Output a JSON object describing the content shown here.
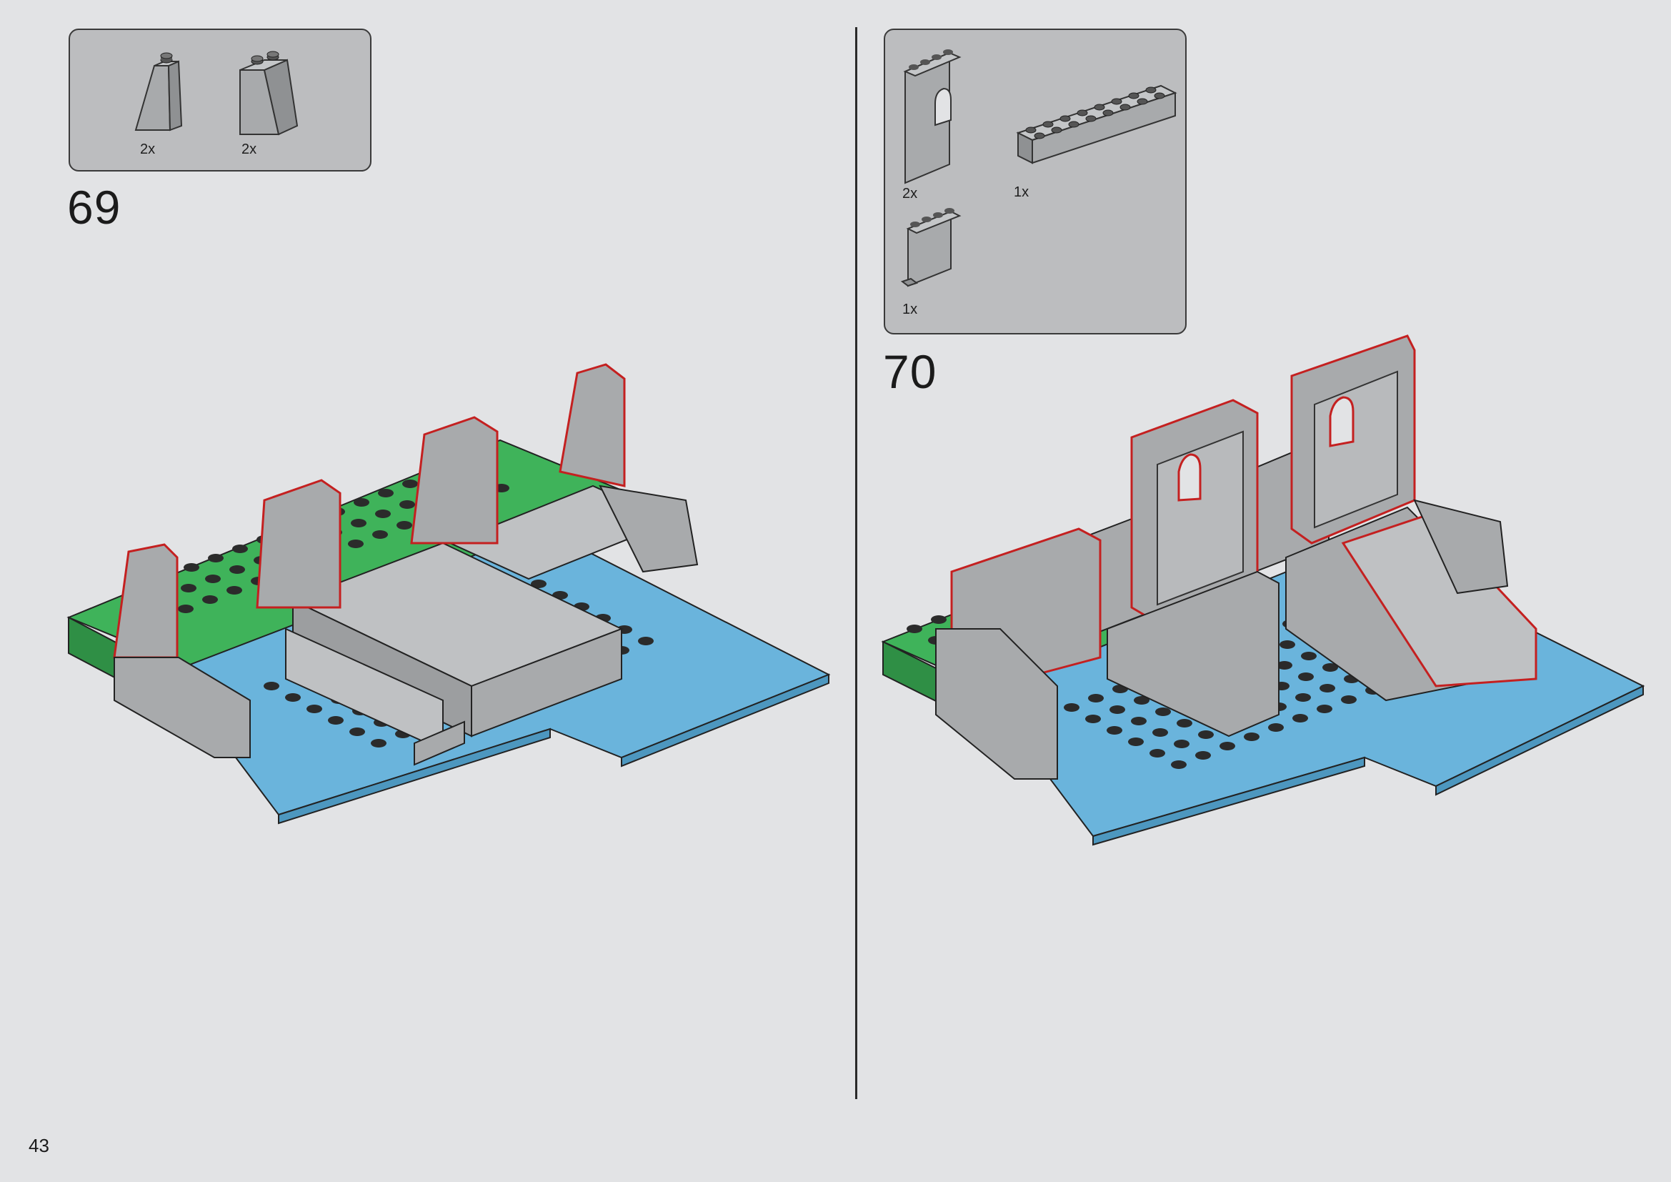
{
  "page": {
    "number": "43"
  },
  "steps": [
    {
      "number": "69",
      "parts": [
        {
          "name": "slope brick tall",
          "count": "2x"
        },
        {
          "name": "slope brick wide",
          "count": "2x"
        }
      ]
    },
    {
      "number": "70",
      "parts": [
        {
          "name": "wall panel with window",
          "count": "2x"
        },
        {
          "name": "brick 2x8",
          "count": "1x"
        },
        {
          "name": "wall panel",
          "count": "1x"
        }
      ]
    }
  ],
  "colors": {
    "background": "#e2e3e5",
    "parts_box": "#bcbdbf",
    "brick_gray": "#a8aaac",
    "baseplate_blue": "#6ab4dc",
    "baseplate_green": "#3fb35a",
    "highlight_red": "#c42020",
    "stud_dark": "#2b2b2b"
  }
}
